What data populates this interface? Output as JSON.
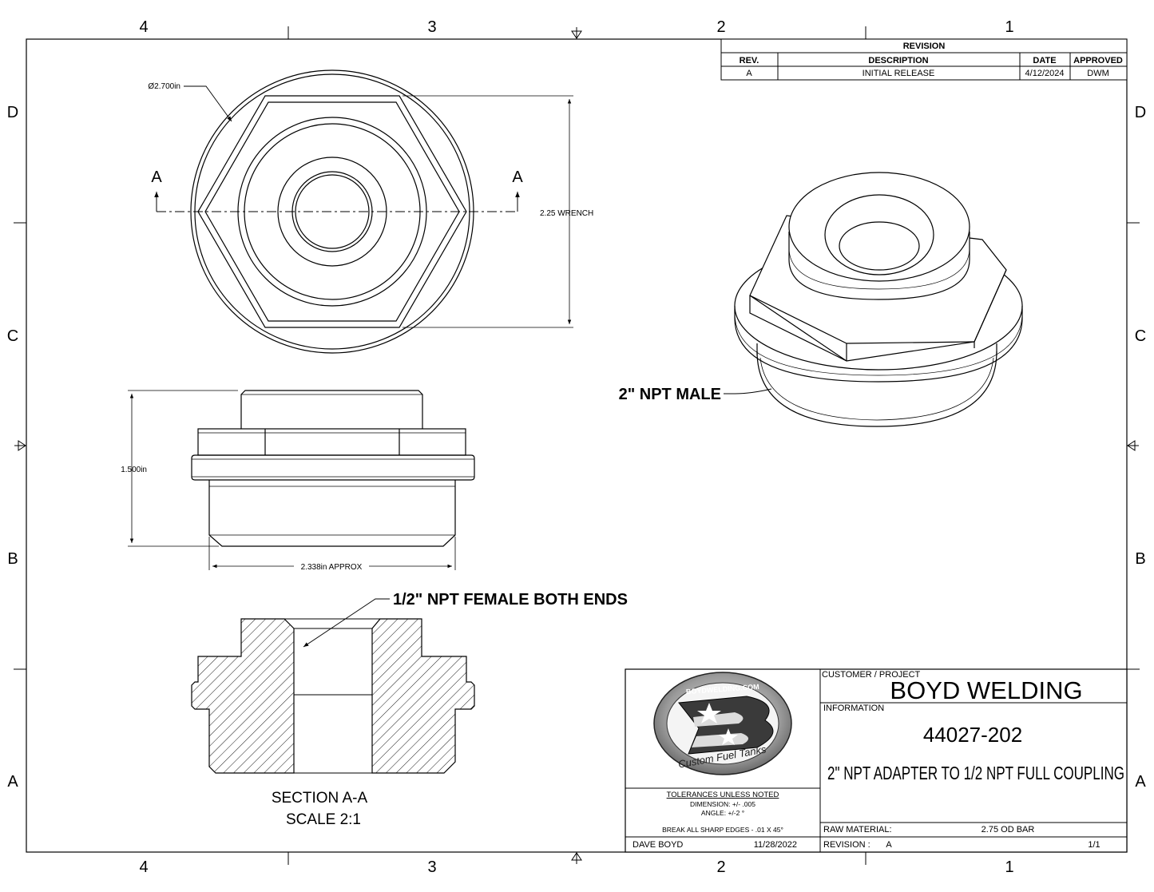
{
  "zones": {
    "columns": [
      "4",
      "3",
      "2",
      "1"
    ],
    "rows": [
      "D",
      "C",
      "B",
      "A"
    ]
  },
  "revision_table": {
    "title": "REVISION",
    "headers": {
      "rev": "REV.",
      "description": "DESCRIPTION",
      "date": "DATE",
      "approved": "APPROVED"
    },
    "rows": [
      {
        "rev": "A",
        "description": "INITIAL  RELEASE",
        "date": "4/12/2024",
        "approved": "DWM"
      }
    ]
  },
  "views": {
    "top": {
      "section_marker": "A",
      "diameter": "Ø2.700in",
      "wrench": "2.25 WRENCH"
    },
    "side": {
      "height": "1.500in",
      "width": "2.338in APPROX"
    },
    "iso": {
      "callout": "2\" NPT MALE"
    },
    "section": {
      "callout": "1/2\" NPT FEMALE BOTH ENDS",
      "title": "SECTION A-A",
      "scale": "SCALE 2:1"
    }
  },
  "title_block": {
    "logo": {
      "text_top": "BOYDWELDING.COM",
      "script": "Custom Fuel Tanks"
    },
    "customer_label": "CUSTOMER / PROJECT",
    "customer": "BOYD WELDING",
    "info_label": "INFORMATION",
    "part_number": "44027-202",
    "description": "2\" NPT ADAPTER TO 1/2 NPT FULL COUPLING",
    "tolerances": {
      "title": "TOLERANCES UNLESS NOTED",
      "dimension": "DIMENSION: +/- .005",
      "angle": "ANGLE: +/-2 °",
      "edges": "BREAK ALL SHARP EDGES -  .01 X 45°"
    },
    "drawn_by": "DAVE BOYD",
    "drawn_date": "11/28/2022",
    "raw_material_label": "RAW MATERIAL:",
    "raw_material": "2.75 OD BAR",
    "revision_label": "REVISION :",
    "revision": "A",
    "sheet": "1/1"
  }
}
